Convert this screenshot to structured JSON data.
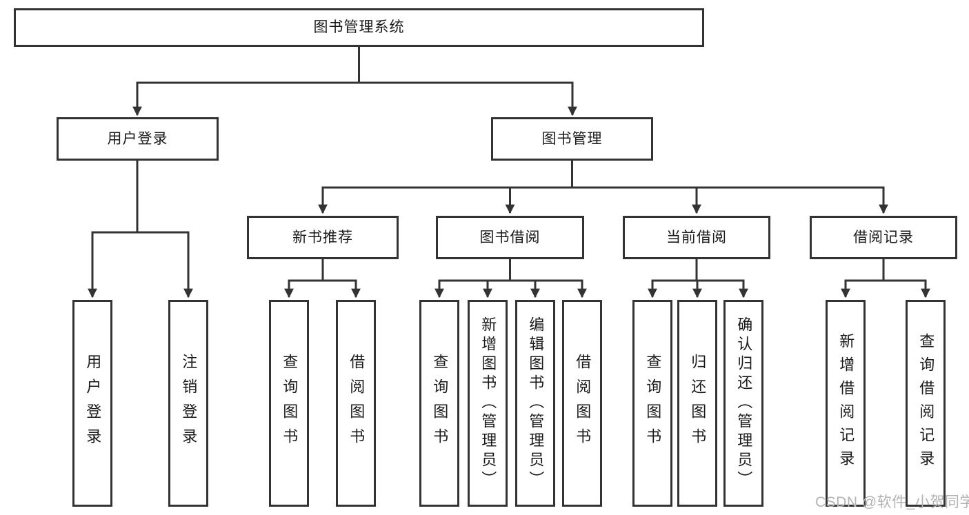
{
  "diagram": {
    "root": {
      "label": "图书管理系统"
    },
    "children": [
      {
        "id": "user-login",
        "label": "用户登录",
        "children": [
          {
            "label": "用户登录"
          },
          {
            "label": "注销登录"
          }
        ]
      },
      {
        "id": "book-mgmt",
        "label": "图书管理",
        "children": [
          {
            "id": "new-books",
            "label": "新书推荐",
            "children": [
              {
                "label": "查询图书"
              },
              {
                "label": "借阅图书"
              }
            ]
          },
          {
            "id": "book-borrow",
            "label": "图书借阅",
            "children": [
              {
                "label": "查询图书"
              },
              {
                "label": "新增图书（管理员）"
              },
              {
                "label": "编辑图书（管理员）"
              },
              {
                "label": "借阅图书"
              }
            ]
          },
          {
            "id": "current-borrow",
            "label": "当前借阅",
            "children": [
              {
                "label": "查询图书"
              },
              {
                "label": "归还图书"
              },
              {
                "label": "确认归还（管理员）"
              }
            ]
          },
          {
            "id": "borrow-records",
            "label": "借阅记录",
            "children": [
              {
                "label": "新增借阅记录"
              },
              {
                "label": "查询借阅记录"
              }
            ]
          }
        ]
      }
    ]
  },
  "colors": {
    "line": "#333333",
    "text": "#1a1a1a",
    "watermark": "#b3b3b3"
  },
  "watermark": "CSDN @软件_小贺同学"
}
